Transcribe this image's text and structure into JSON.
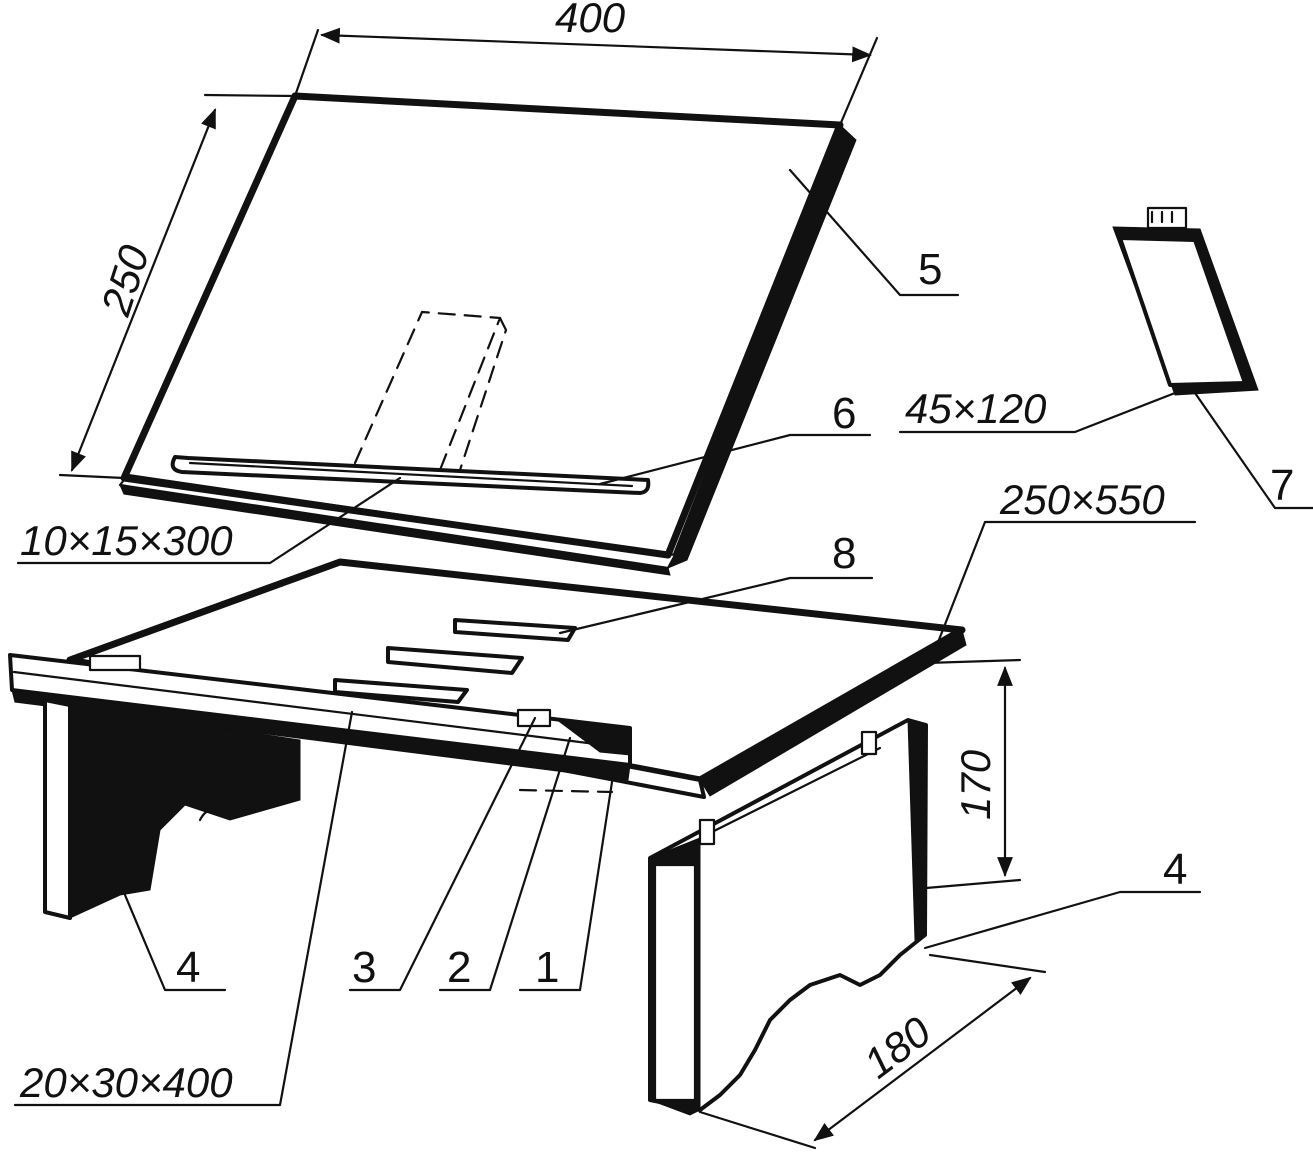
{
  "dimensions": {
    "board_width": "400",
    "board_height": "250",
    "ledge": "10x15x300",
    "prop": "45x120",
    "base": "250x550",
    "rail": "20x30x400",
    "leg_height": "170",
    "leg_depth": "180"
  },
  "parts": {
    "p1": "1",
    "p2": "2",
    "p3": "3",
    "p4_left": "4",
    "p4_right": "4",
    "p5": "5",
    "p6": "6",
    "p7": "7",
    "p8": "8"
  }
}
